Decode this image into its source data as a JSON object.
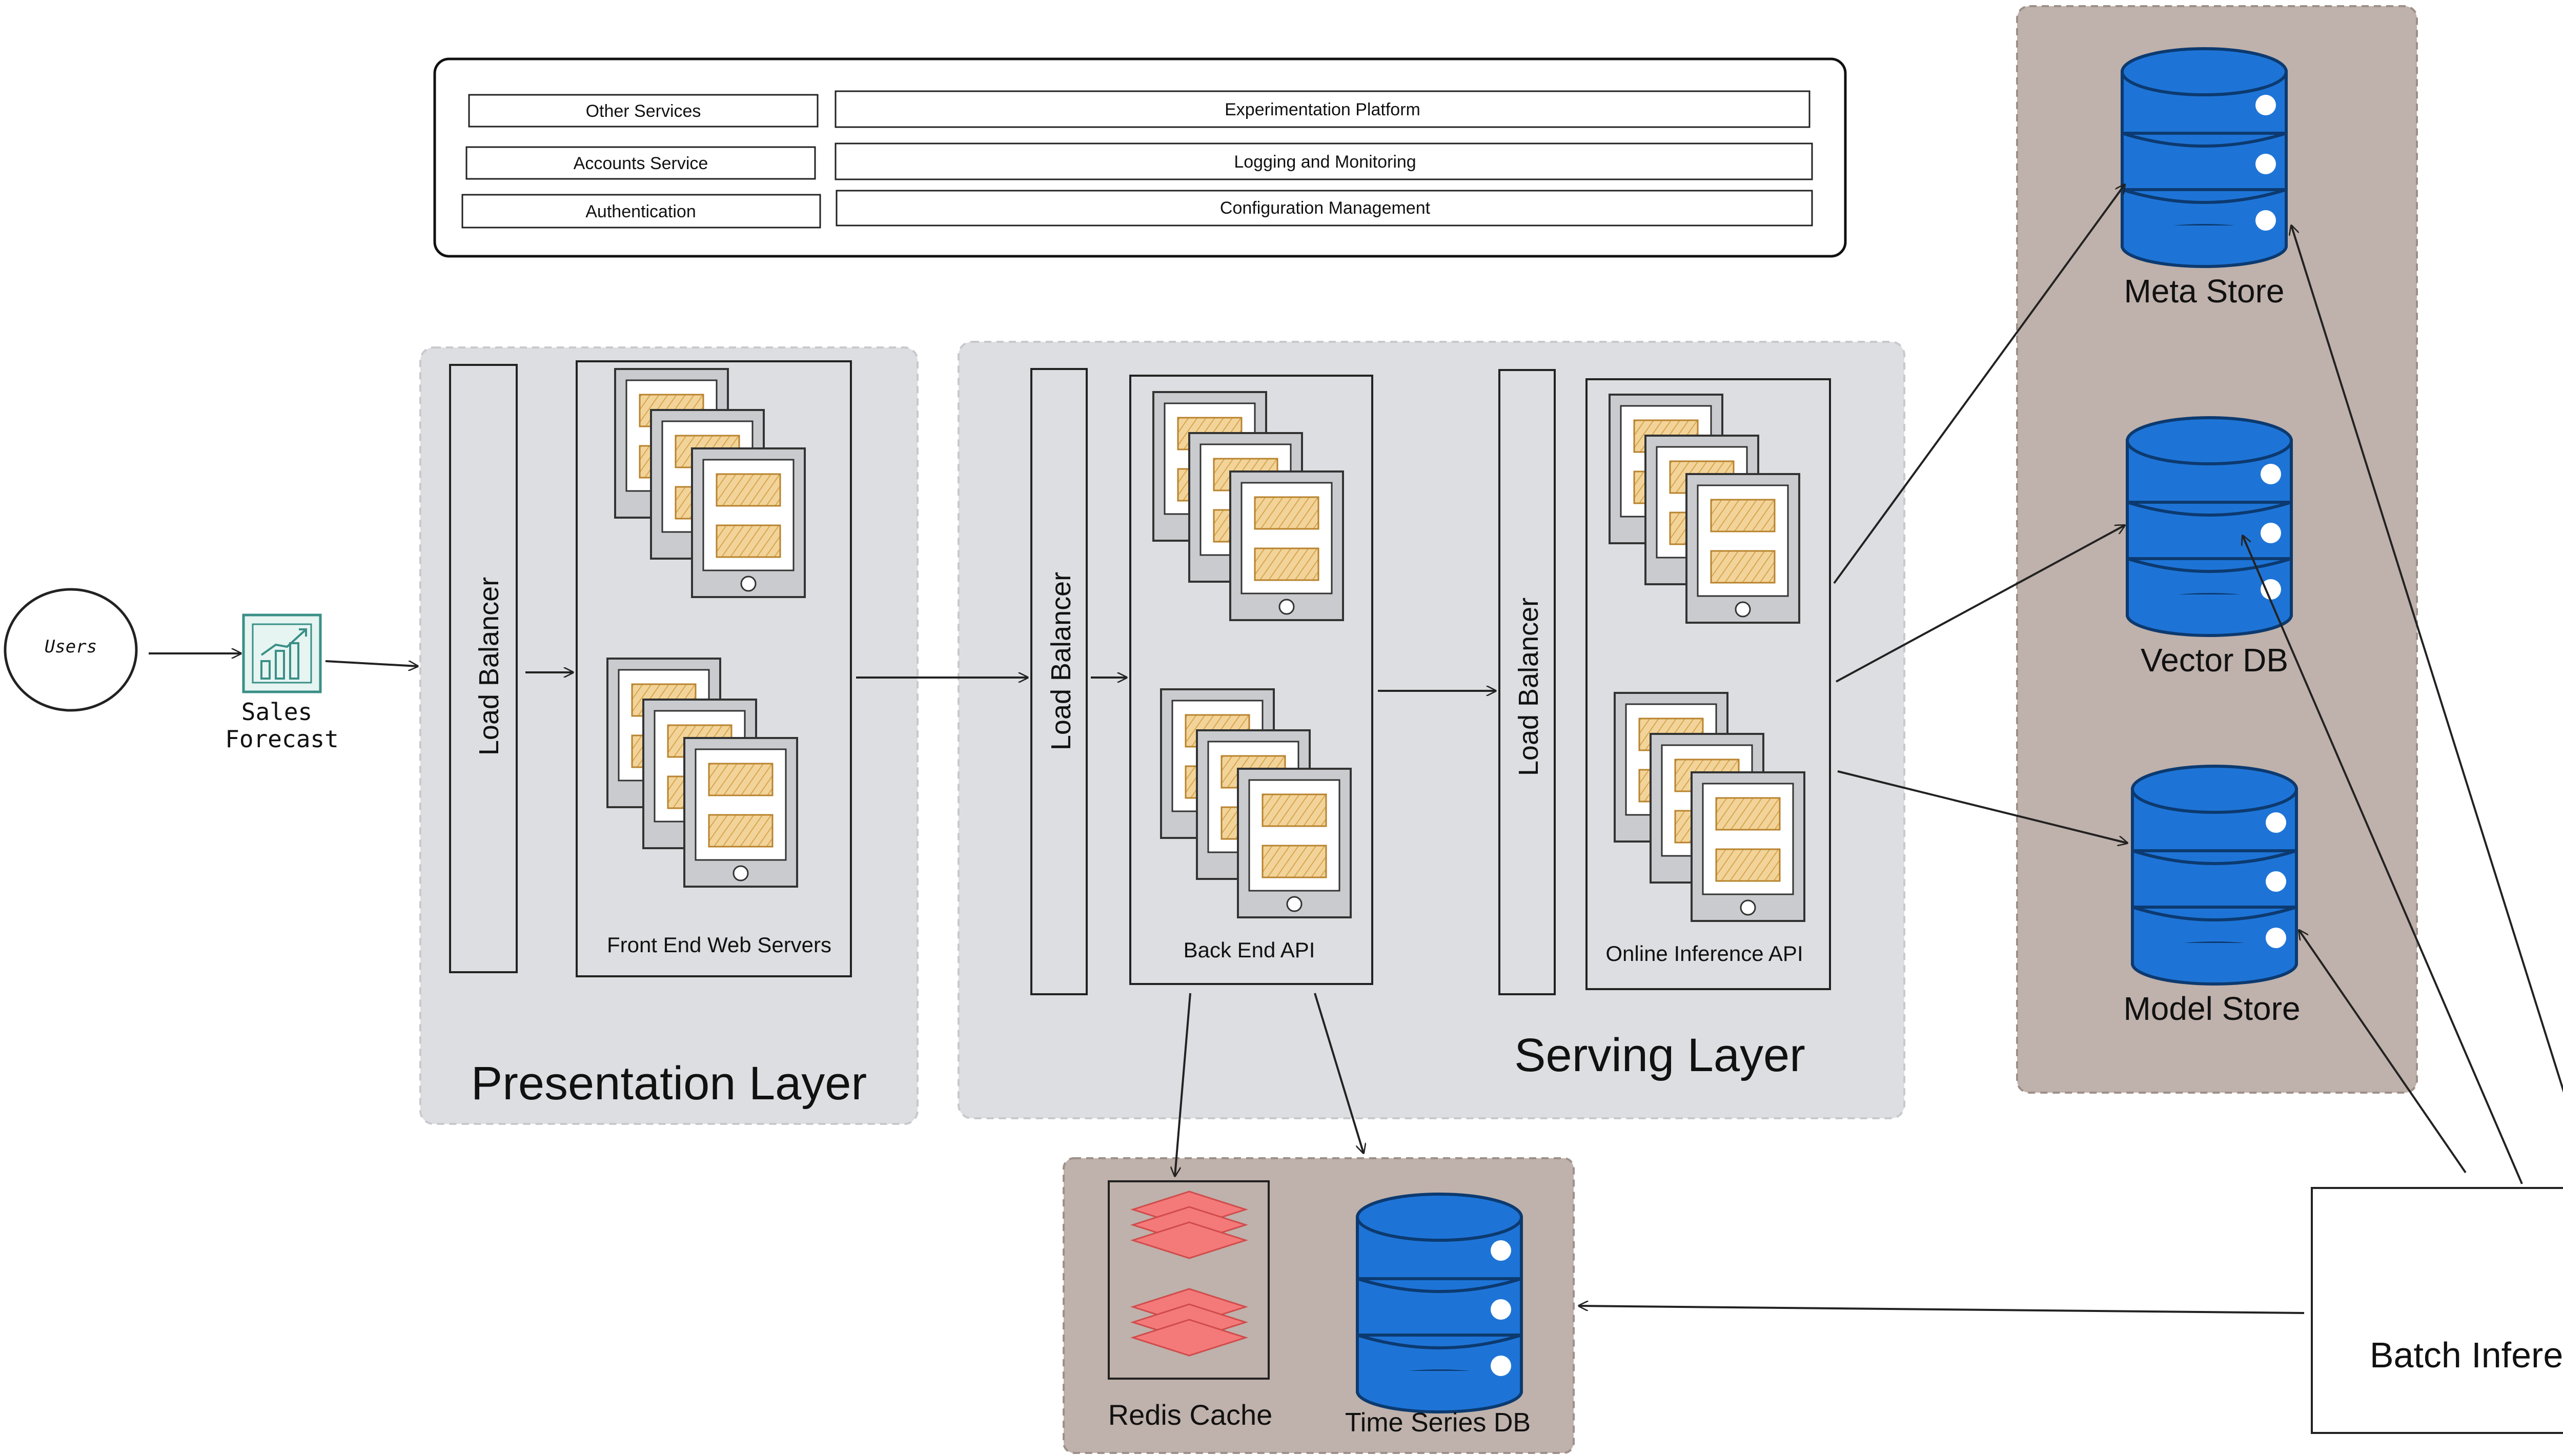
{
  "users": {
    "label": "Users"
  },
  "sales_forecast": {
    "label_line1": "Sales",
    "label_line2": "Forecast"
  },
  "services_panel": {
    "left": [
      "Other Services",
      "Accounts Service",
      "Authentication"
    ],
    "right": [
      "Experimentation Platform",
      "Logging and Monitoring",
      "Configuration Management"
    ]
  },
  "presentation": {
    "layer_label": "Presentation Layer",
    "load_balancer": "Load Balancer",
    "servers_label": "Front End Web Servers"
  },
  "serving": {
    "layer_label": "Serving Layer",
    "load_balancer_1": "Load Balancer",
    "backend_label": "Back End API",
    "load_balancer_2": "Load Balancer",
    "inference_label": "Online Inference API"
  },
  "stores": {
    "meta": "Meta Store",
    "vector": "Vector DB",
    "model": "Model Store"
  },
  "cache": {
    "redis": "Redis Cache",
    "timeseries": "Time Series DB"
  },
  "batch": {
    "label": "Batch Inference"
  },
  "colors": {
    "layer_bg": "#dcdee1",
    "store_bg": "#bfb1ab",
    "db_blue": "#1e74d6",
    "card_yellow": "#f2d49a",
    "redis_red": "#f47a7a"
  }
}
